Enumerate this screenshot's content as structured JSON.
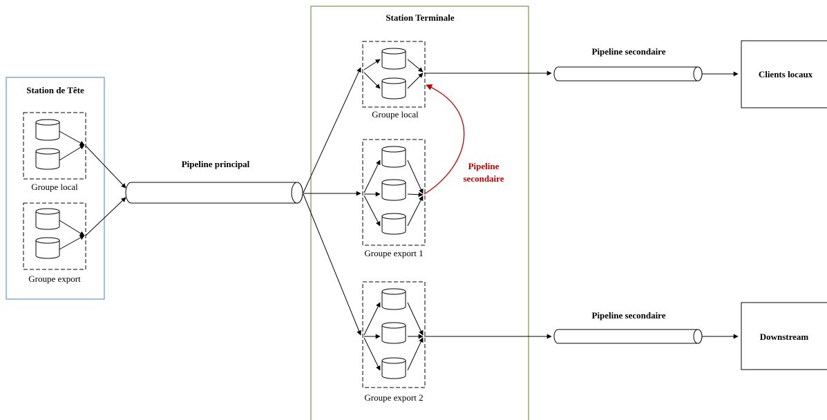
{
  "stations": {
    "head": {
      "title": "Station de Tête",
      "group_local": "Groupe local",
      "group_export": "Groupe export",
      "border_color": "#4a7fb5"
    },
    "terminal": {
      "title": "Station Terminale",
      "group_local": "Groupe local",
      "group_export1": "Groupe export 1",
      "group_export2": "Groupe export 2",
      "border_color": "#548235"
    }
  },
  "pipelines": {
    "main": "Pipeline principal",
    "secondary_top": "Pipeline secondaire",
    "secondary_bottom": "Pipeline secondaire",
    "secondary_internal_line1": "Pipeline",
    "secondary_internal_line2": "secondaire",
    "internal_color": "#c00000"
  },
  "destinations": {
    "clients": "Clients locaux",
    "downstream": "Downstream"
  }
}
